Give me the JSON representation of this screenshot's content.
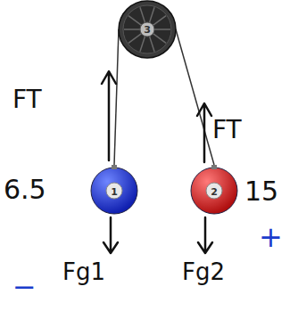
{
  "diagram": {
    "nodes": [
      {
        "text": [
          "3"
        ]
      },
      {
        "text": [
          "1"
        ]
      },
      {
        "text": [
          "2"
        ]
      }
    ],
    "edges": [
      {
        "from": 0,
        "to": 1,
        "arrow": "none"
      },
      {
        "from": 0,
        "to": 2,
        "arrow": "none"
      }
    ],
    "labels": [
      "FT",
      "FT",
      "6.5",
      "15",
      "Fg1",
      "Fg2",
      "−",
      "+"
    ]
  }
}
